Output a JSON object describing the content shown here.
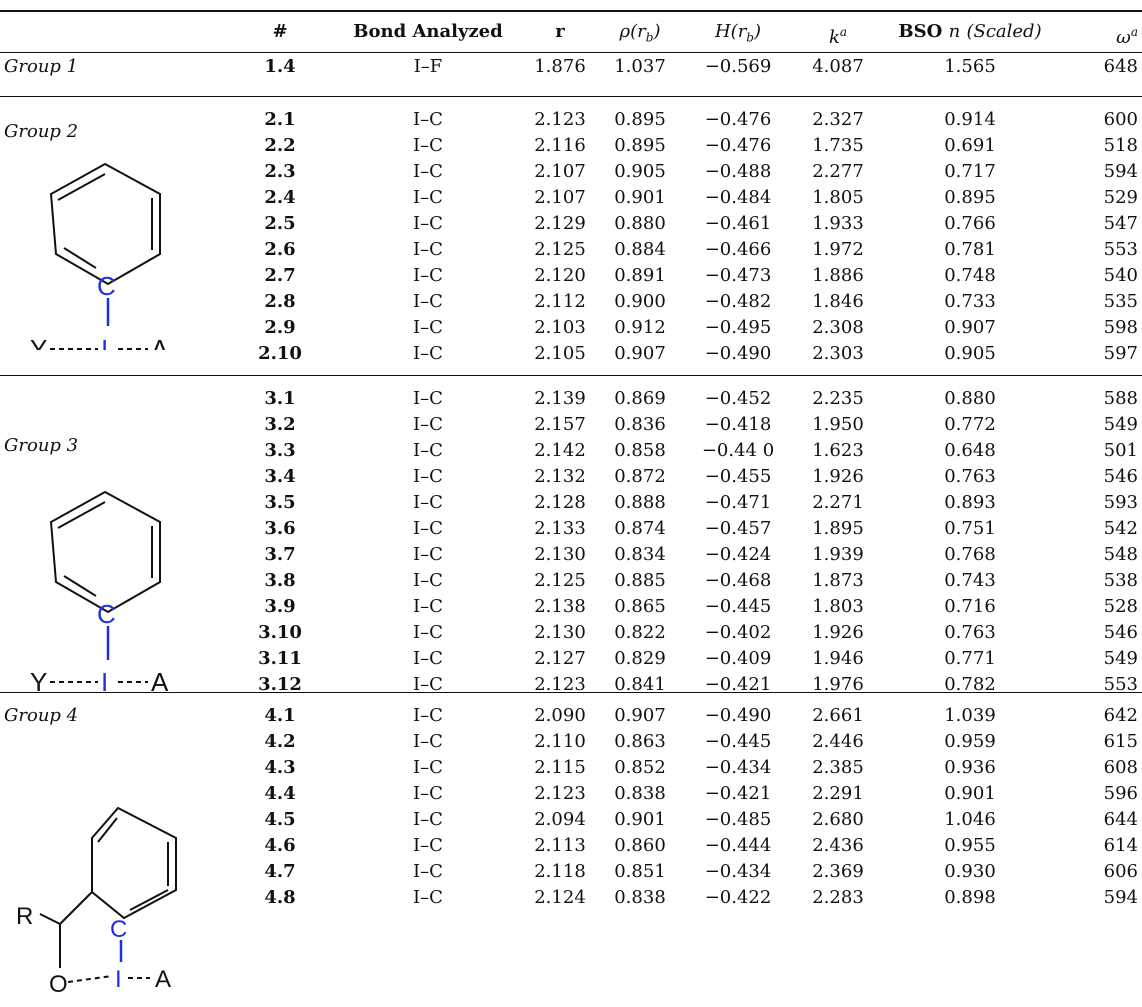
{
  "table": {
    "headers": {
      "id": "#",
      "bond": "Bond Analyzed",
      "r": "r",
      "rho": "ρ(r",
      "rho_sub": "b",
      "rho_end": ")",
      "H": "H(r",
      "H_sub": "b",
      "H_end": ")",
      "k": "k",
      "k_sup": "a",
      "bso": "BSO",
      "bso_n": "n",
      "bso_scaled": "(Scaled)",
      "omega": "ω",
      "omega_sup": "a"
    },
    "groups": [
      {
        "label": "Group 1",
        "rows": [
          [
            "1.4",
            "I–F",
            "1.876",
            "1.037",
            "−0.569",
            "4.087",
            "1.565",
            "648"
          ]
        ]
      },
      {
        "label": "Group 2",
        "structure": {
          "atoms": [
            "C",
            "I",
            "Y",
            "A"
          ]
        },
        "rows": [
          [
            "2.1",
            "I–C",
            "2.123",
            "0.895",
            "−0.476",
            "2.327",
            "0.914",
            "600"
          ],
          [
            "2.2",
            "I–C",
            "2.116",
            "0.895",
            "−0.476",
            "1.735",
            "0.691",
            "518"
          ],
          [
            "2.3",
            "I–C",
            "2.107",
            "0.905",
            "−0.488",
            "2.277",
            "0.717",
            "594"
          ],
          [
            "2.4",
            "I–C",
            "2.107",
            "0.901",
            "−0.484",
            "1.805",
            "0.895",
            "529"
          ],
          [
            "2.5",
            "I–C",
            "2.129",
            "0.880",
            "−0.461",
            "1.933",
            "0.766",
            "547"
          ],
          [
            "2.6",
            "I–C",
            "2.125",
            "0.884",
            "−0.466",
            "1.972",
            "0.781",
            "553"
          ],
          [
            "2.7",
            "I–C",
            "2.120",
            "0.891",
            "−0.473",
            "1.886",
            "0.748",
            "540"
          ],
          [
            "2.8",
            "I–C",
            "2.112",
            "0.900",
            "−0.482",
            "1.846",
            "0.733",
            "535"
          ],
          [
            "2.9",
            "I–C",
            "2.103",
            "0.912",
            "−0.495",
            "2.308",
            "0.907",
            "598"
          ],
          [
            "2.10",
            "I–C",
            "2.105",
            "0.907",
            "−0.490",
            "2.303",
            "0.905",
            "597"
          ]
        ]
      },
      {
        "label": "Group 3",
        "structure": {
          "atoms": [
            "C",
            "I",
            "Y",
            "A"
          ]
        },
        "rows": [
          [
            "3.1",
            "I–C",
            "2.139",
            "0.869",
            "−0.452",
            "2.235",
            "0.880",
            "588"
          ],
          [
            "3.2",
            "I–C",
            "2.157",
            "0.836",
            "−0.418",
            "1.950",
            "0.772",
            "549"
          ],
          [
            "3.3",
            "I–C",
            "2.142",
            "0.858",
            "−0.44 0",
            "1.623",
            "0.648",
            "501"
          ],
          [
            "3.4",
            "I–C",
            "2.132",
            "0.872",
            "−0.455",
            "1.926",
            "0.763",
            "546"
          ],
          [
            "3.5",
            "I–C",
            "2.128",
            "0.888",
            "−0.471",
            "2.271",
            "0.893",
            "593"
          ],
          [
            "3.6",
            "I–C",
            "2.133",
            "0.874",
            "−0.457",
            "1.895",
            "0.751",
            "542"
          ],
          [
            "3.7",
            "I–C",
            "2.130",
            "0.834",
            "−0.424",
            "1.939",
            "0.768",
            "548"
          ],
          [
            "3.8",
            "I–C",
            "2.125",
            "0.885",
            "−0.468",
            "1.873",
            "0.743",
            "538"
          ],
          [
            "3.9",
            "I–C",
            "2.138",
            "0.865",
            "−0.445",
            "1.803",
            "0.716",
            "528"
          ],
          [
            "3.10",
            "I–C",
            "2.130",
            "0.822",
            "−0.402",
            "1.926",
            "0.763",
            "546"
          ],
          [
            "3.11",
            "I–C",
            "2.127",
            "0.829",
            "−0.409",
            "1.946",
            "0.771",
            "549"
          ],
          [
            "3.12",
            "I–C",
            "2.123",
            "0.841",
            "−0.421",
            "1.976",
            "0.782",
            "553"
          ]
        ]
      },
      {
        "label": "Group 4",
        "structure": {
          "atoms": [
            "R",
            "C",
            "O",
            "I",
            "A"
          ]
        },
        "rows": [
          [
            "4.1",
            "I–C",
            "2.090",
            "0.907",
            "−0.490",
            "2.661",
            "1.039",
            "642"
          ],
          [
            "4.2",
            "I–C",
            "2.110",
            "0.863",
            "−0.445",
            "2.446",
            "0.959",
            "615"
          ],
          [
            "4.3",
            "I–C",
            "2.115",
            "0.852",
            "−0.434",
            "2.385",
            "0.936",
            "608"
          ],
          [
            "4.4",
            "I–C",
            "2.123",
            "0.838",
            "−0.421",
            "2.291",
            "0.901",
            "596"
          ],
          [
            "4.5",
            "I–C",
            "2.094",
            "0.901",
            "−0.485",
            "2.680",
            "1.046",
            "644"
          ],
          [
            "4.6",
            "I–C",
            "2.113",
            "0.860",
            "−0.444",
            "2.436",
            "0.955",
            "614"
          ],
          [
            "4.7",
            "I–C",
            "2.118",
            "0.851",
            "−0.434",
            "2.369",
            "0.930",
            "606"
          ],
          [
            "4.8",
            "I–C",
            "2.124",
            "0.838",
            "−0.422",
            "2.283",
            "0.898",
            "594"
          ]
        ]
      }
    ]
  },
  "colors": {
    "rule": "#111111",
    "text": "#111111",
    "highlight_atom": "#1f2fe0",
    "atom_black": "#111111"
  }
}
